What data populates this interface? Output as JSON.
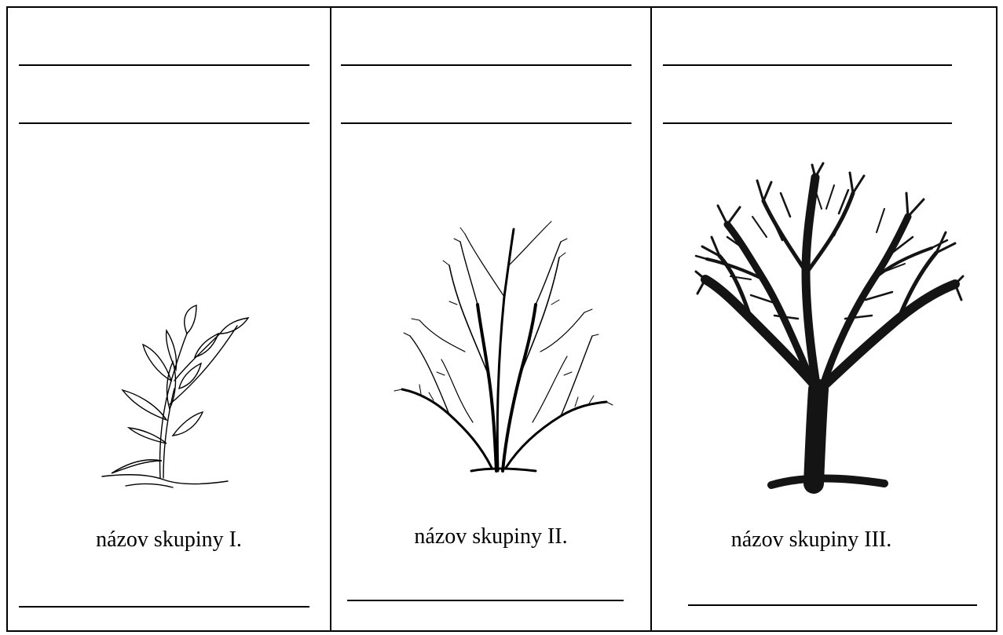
{
  "worksheet": {
    "columns": [
      {
        "id": "I",
        "label": "názov skupiny I.",
        "illustration": "herb-icon"
      },
      {
        "id": "II",
        "label": "názov skupiny II.",
        "illustration": "shrub-icon"
      },
      {
        "id": "III",
        "label": "názov skupiny III.",
        "illustration": "tree-icon"
      }
    ]
  }
}
